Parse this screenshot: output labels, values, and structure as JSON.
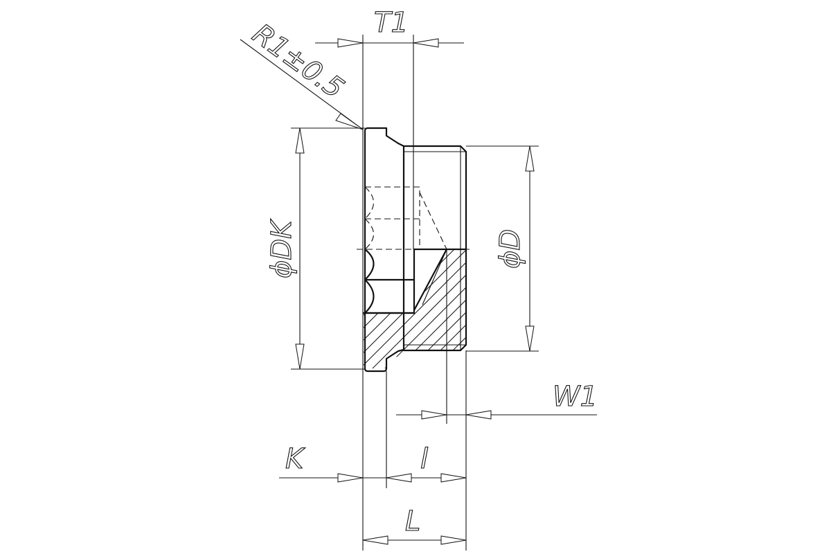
{
  "labels": {
    "radius": "R1±0.5",
    "t1": "T1",
    "dk": "ϕDK",
    "d": "ϕD",
    "w1": "W1",
    "k": "K",
    "l_small": "l",
    "l_total": "L"
  }
}
